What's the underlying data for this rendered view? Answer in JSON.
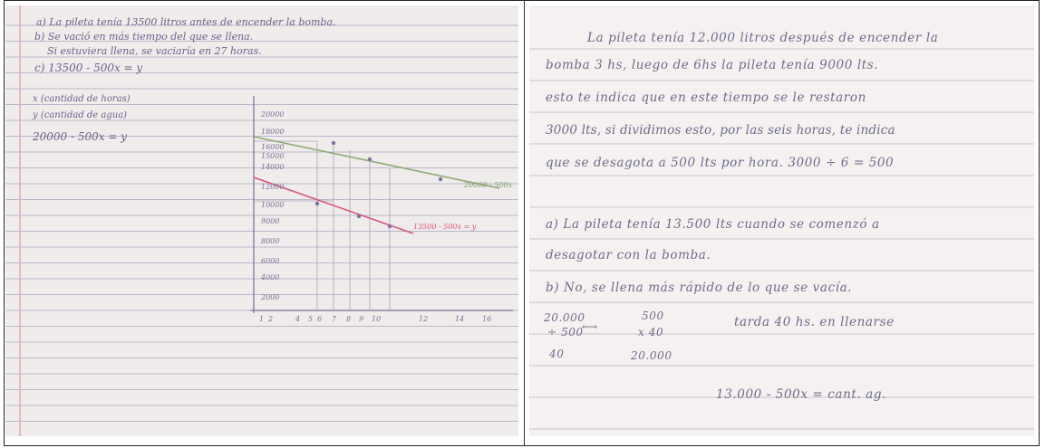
{
  "left_page": {
    "lines": [
      "a) La pileta tenía 13500 litros antes de encender la bomba.",
      "b) Se vació en más tiempo del que se llena.",
      "Si estuviera llena, se vaciaría en 27 horas.",
      "c) 13500 - 500x = y",
      "x (cantidad de horas)",
      "y (cantidad de agua)",
      "20000 - 500x = y"
    ],
    "graph": {
      "y_ticks": [
        "20000",
        "18000",
        "16000",
        "15000",
        "14000",
        "12000",
        "10000",
        "9000",
        "8000",
        "6000",
        "4000",
        "2000"
      ],
      "x_ticks": [
        "1",
        "2",
        "4",
        "5",
        "6",
        "7",
        "8",
        "9",
        "10",
        "12",
        "14",
        "16"
      ],
      "line_green_label": "20000 - 500x",
      "line_pink_label": "13500 - 500x = y"
    }
  },
  "right_page": {
    "lines": [
      "La pileta tenía 12.000 litros después de encender la",
      "bomba 3 hs, luego de 6hs la pileta tenía 9000 lts.",
      "esto te indica que en este tiempo se le restaron",
      "3000 lts, si dividimos esto, por las seis horas, te indica",
      "que se desagota a 500 lts por hora.  3000 ÷ 6 = 500",
      "a) La pileta tenía 13.500 lts cuando se comenzó a",
      "desagotar con la bomba.",
      "b) No, se llena más rápido de lo que se vacía.",
      "tarda 40 hs. en llenarse",
      "13.000 - 500x = cant. ag."
    ],
    "calc_left": [
      "20.000",
      "÷ 500",
      "40"
    ],
    "calc_right": [
      "500",
      "x 40",
      "20.000"
    ]
  }
}
